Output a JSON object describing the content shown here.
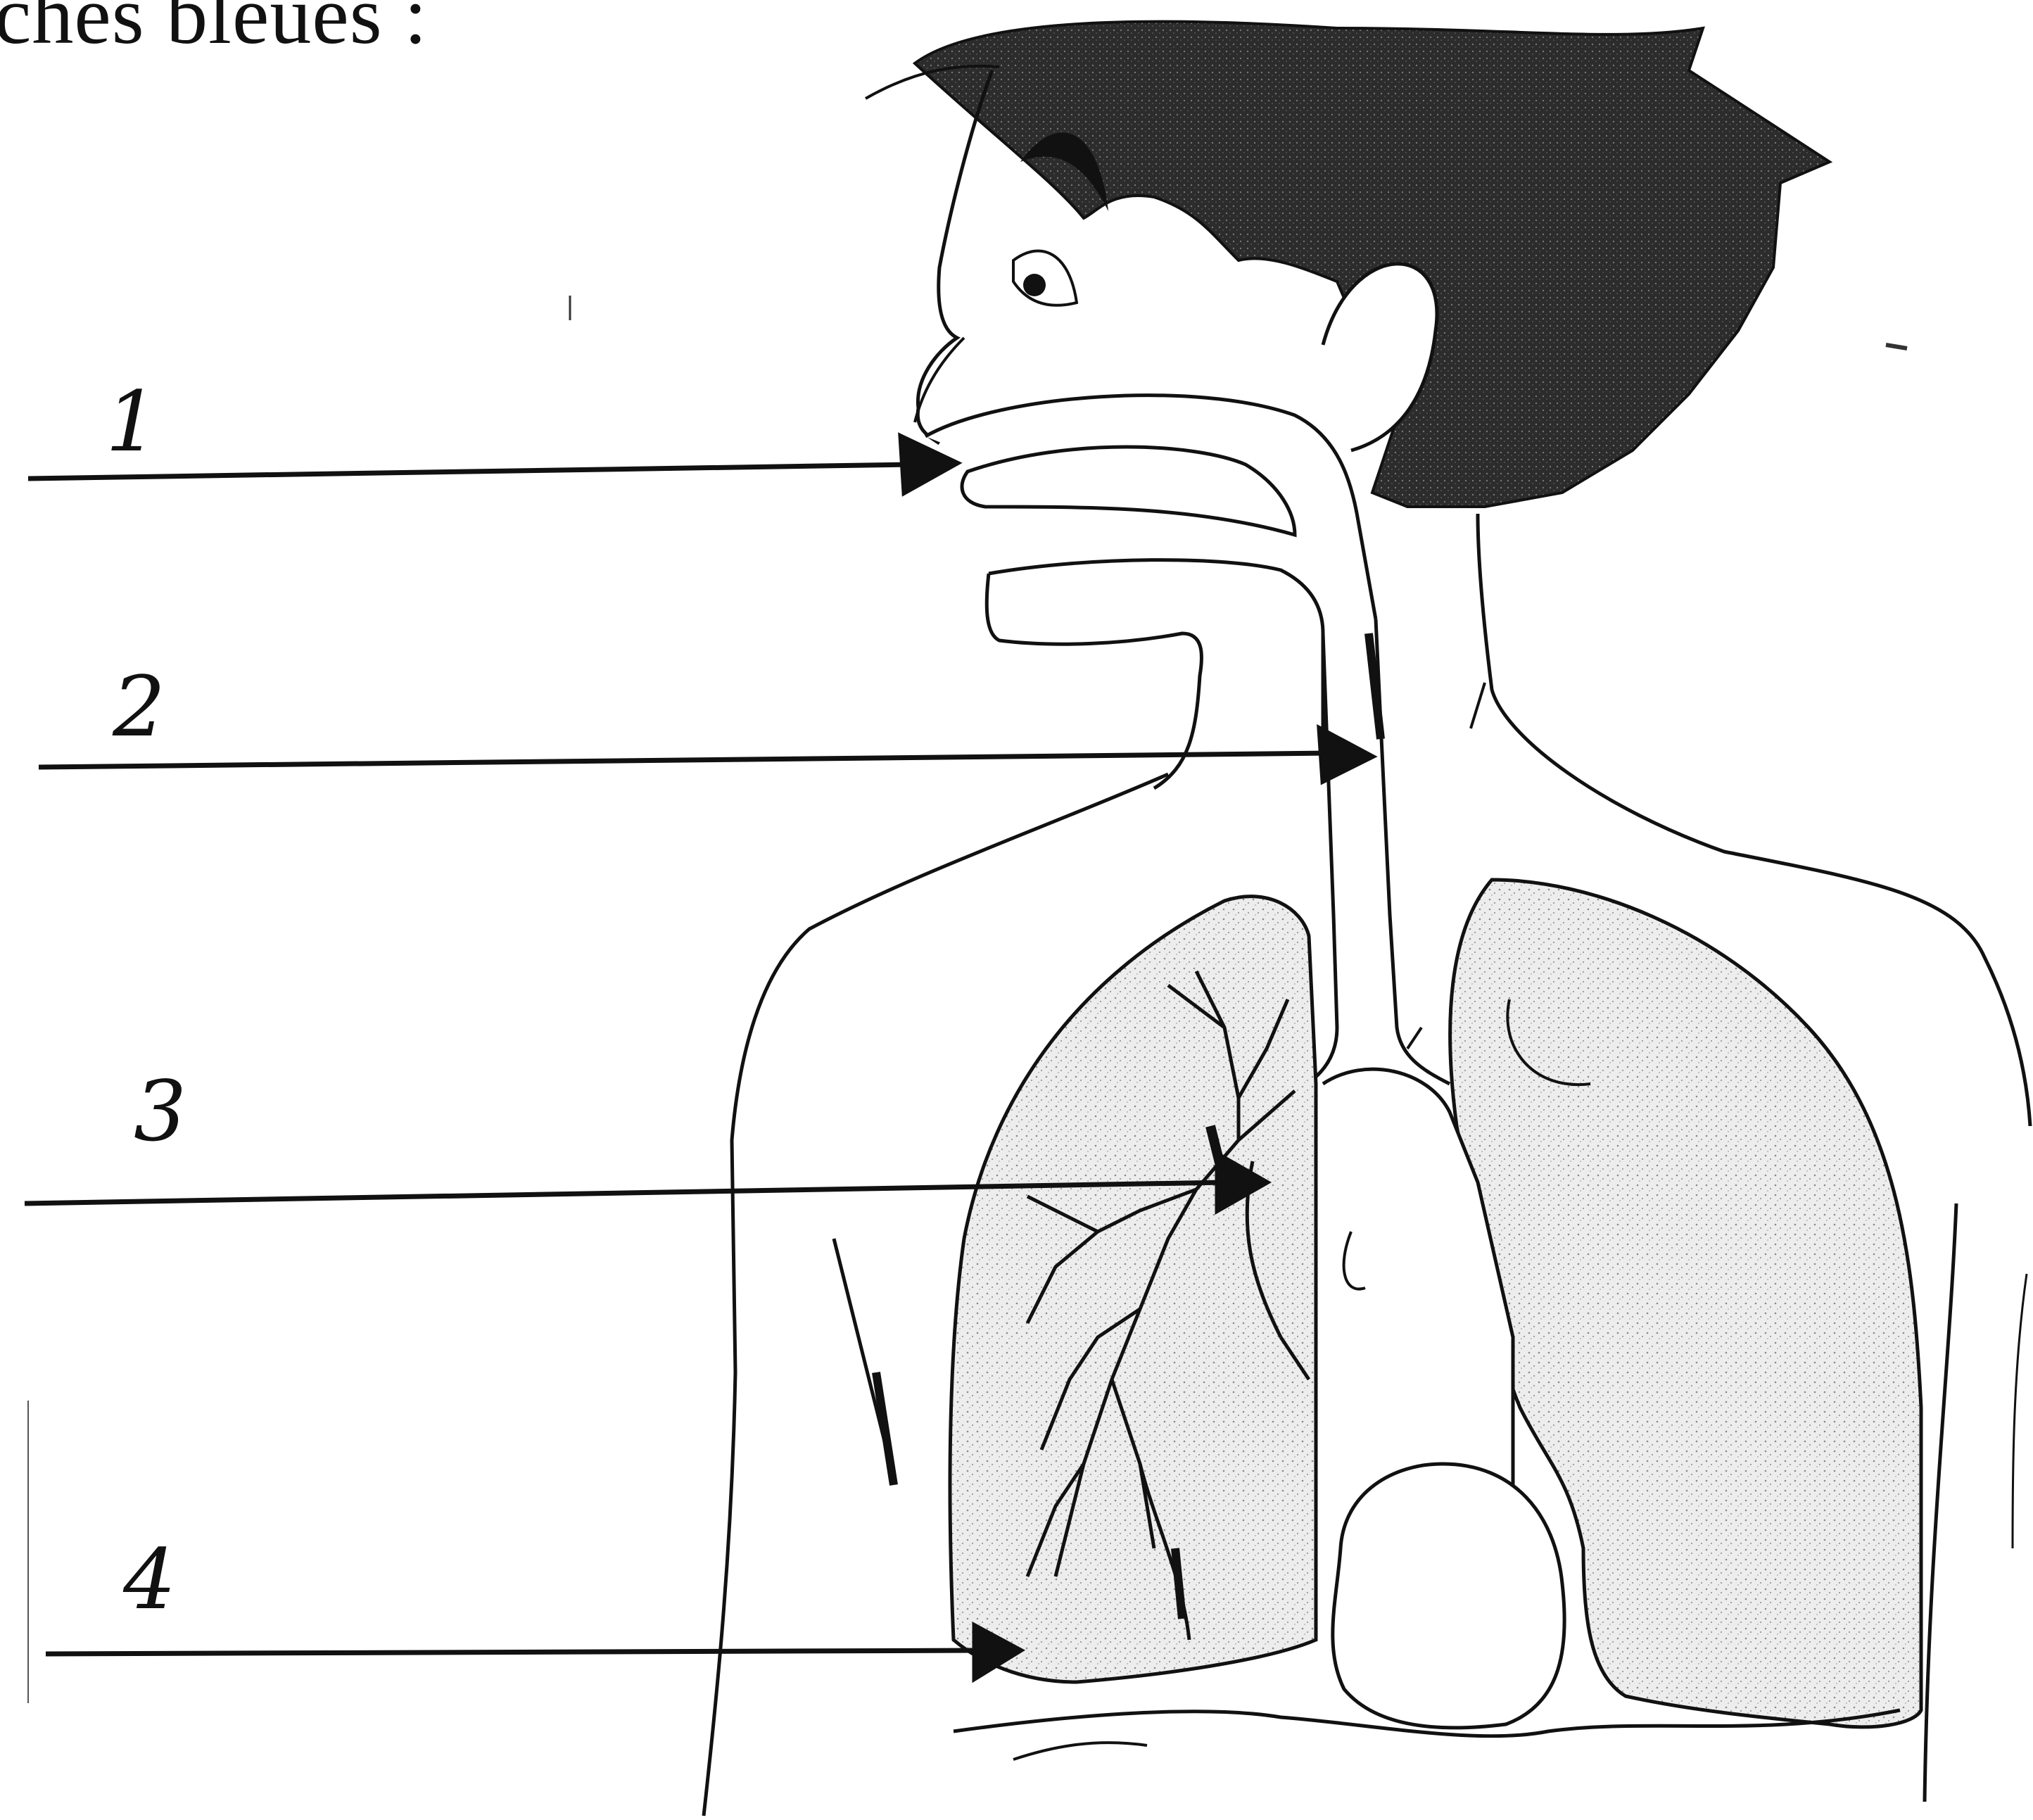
{
  "header": {
    "text": "ches bleues :"
  },
  "labels": [
    "1",
    "2",
    "3",
    "4"
  ],
  "colors": {
    "ink": "#111111",
    "lung_fill": "#e6e6e6",
    "hair": "#2a2a2a",
    "background": "#ffffff"
  }
}
